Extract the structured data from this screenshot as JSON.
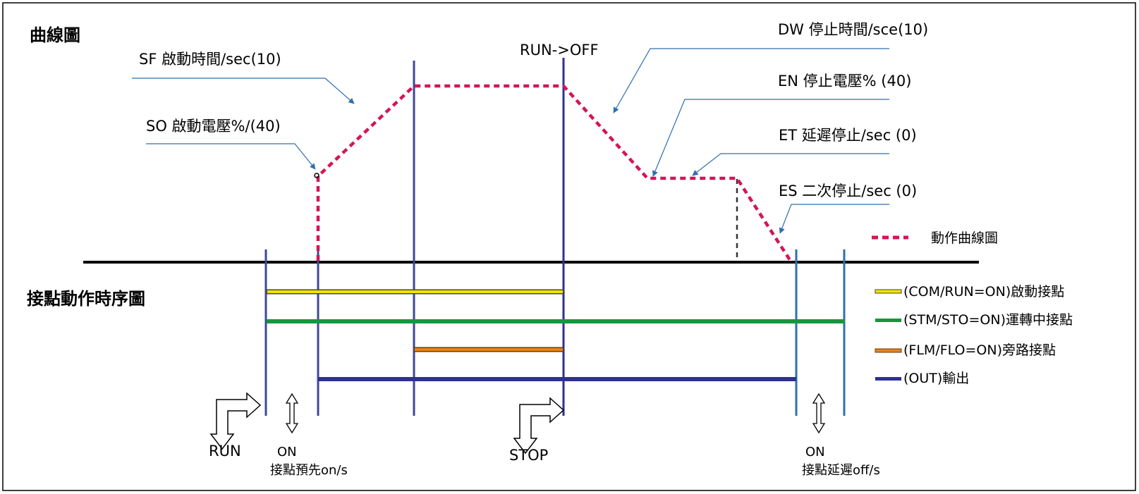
{
  "sections": {
    "curve_title": "曲線圖",
    "timing_title": "接點動作時序圖"
  },
  "annotations": {
    "sf": "SF 啟動時間/sec(10)",
    "so": "SO 啟動電壓%/(40)",
    "run_off": "RUN->OFF",
    "dw": "DW 停止時間/sce(10)",
    "en": "EN 停止電壓% (40)",
    "et": "ET 延遲停止/sec (0)",
    "es": "ES 二次停止/sec (0)"
  },
  "legend": {
    "curve": {
      "label": "動作曲線圖",
      "color": "#d4145a"
    },
    "contacts": [
      {
        "label": "(COM/RUN=ON)啟動接點",
        "color": "#f2e200"
      },
      {
        "label": "(STM/STO=ON)運轉中接點",
        "color": "#16963e"
      },
      {
        "label": "(FLM/FLO=ON)旁路接點",
        "color": "#e8821e"
      },
      {
        "label": "(OUT)輸出",
        "color": "#2e3192"
      }
    ]
  },
  "bottom_labels": {
    "run": "RUN",
    "on_left": "ON",
    "pre_on": "接點預先on/s",
    "stop": "STOP",
    "on_right": "ON",
    "delay_off": "接點延遲off/s"
  },
  "colors": {
    "curve": "#d4145a",
    "vline": "#3d4a96",
    "vline_right": "#2f6fb0",
    "pointer": "#2f6fb0",
    "axis": "#000000",
    "et_dash": "#333333"
  }
}
